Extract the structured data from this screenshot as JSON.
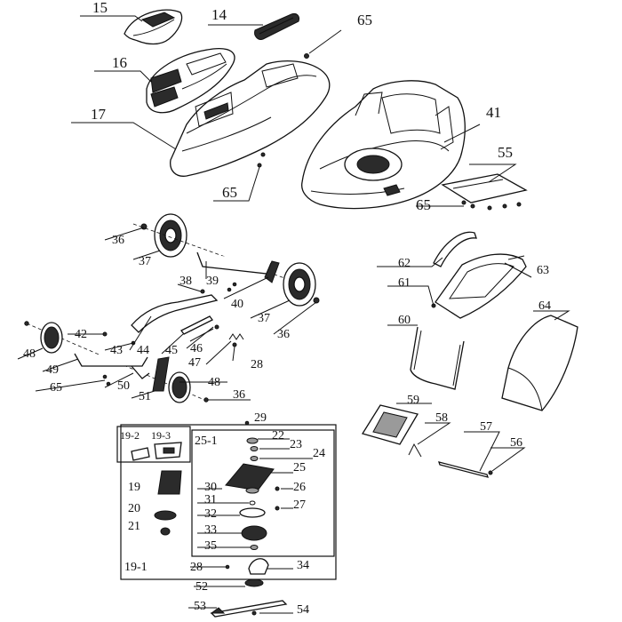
{
  "labels": {
    "p15": "15",
    "p14": "14",
    "p65a": "65",
    "p16": "16",
    "p17": "17",
    "p65b": "65",
    "p41": "41",
    "p55": "55",
    "p65c": "65",
    "p36a": "36",
    "p37a": "37",
    "p38": "38",
    "p39": "39",
    "p40": "40",
    "p37b": "37",
    "p36b": "36",
    "p42": "42",
    "p43": "43",
    "p44": "44",
    "p45": "45",
    "p46": "46",
    "p47": "47",
    "p28a": "28",
    "p48a": "48",
    "p49": "49",
    "p65d": "65",
    "p50": "50",
    "p51": "51",
    "p48b": "48",
    "p36c": "36",
    "p62": "62",
    "p63": "63",
    "p61": "61",
    "p60": "60",
    "p64": "64",
    "p59": "59",
    "p58": "58",
    "p57": "57",
    "p56": "56",
    "p29": "29",
    "p19_2": "19-2",
    "p19_3": "19-3",
    "p25_1": "25-1",
    "p22": "22",
    "p23": "23",
    "p24": "24",
    "p25": "25",
    "p19": "19",
    "p30": "30",
    "p26": "26",
    "p31": "31",
    "p20": "20",
    "p32": "32",
    "p27": "27",
    "p21": "21",
    "p33": "33",
    "p35": "35",
    "p19_1": "19-1",
    "p28b": "28",
    "p34": "34",
    "p52": "52",
    "p53": "53",
    "p54": "54"
  }
}
